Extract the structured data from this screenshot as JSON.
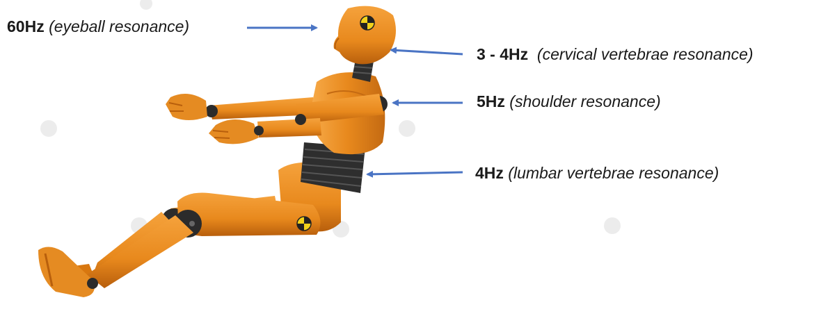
{
  "labels": {
    "eyeball": {
      "freq": "60Hz",
      "desc": "(eyeball resonance)"
    },
    "cervical": {
      "freq": "3 - 4Hz",
      "desc": "(cervical vertebrae resonance)"
    },
    "shoulder": {
      "freq": "5Hz",
      "desc": "(shoulder resonance)"
    },
    "lumbar": {
      "freq": "4Hz",
      "desc": "(lumbar vertebrae resonance)"
    }
  },
  "colors": {
    "dummy_orange": "#e8891d",
    "dummy_dark_orange": "#b85f0c",
    "joint_black": "#2b2b2b",
    "arrow_blue": "#4a74c4",
    "target_yellow": "#f2d21a"
  }
}
